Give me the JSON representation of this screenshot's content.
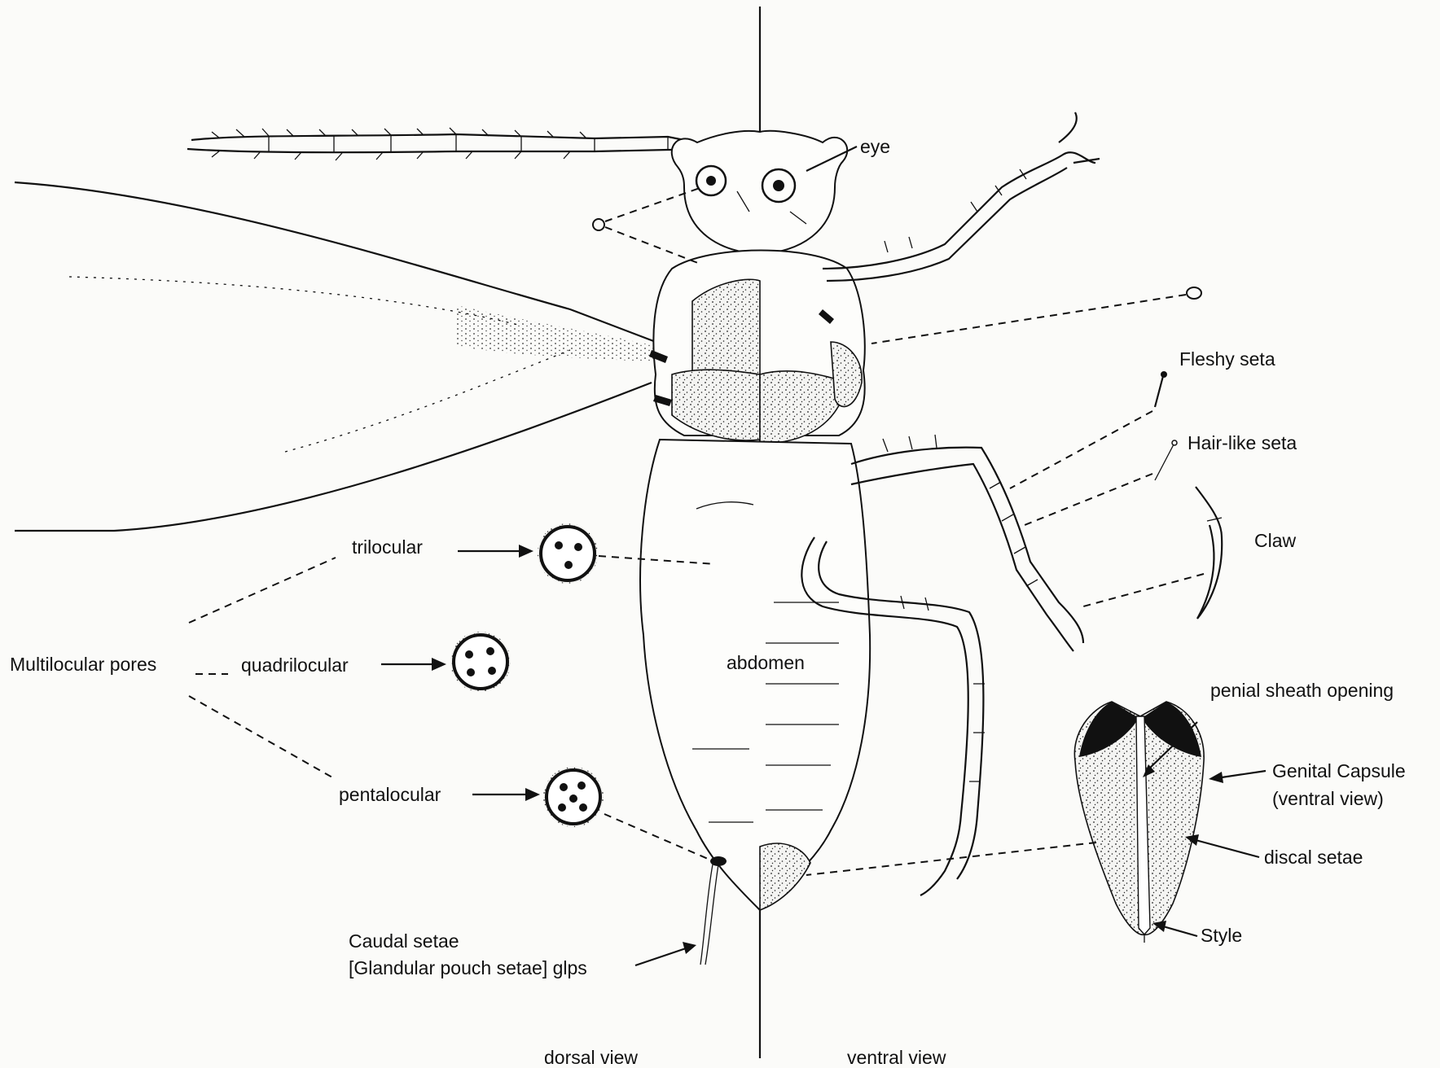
{
  "labels": {
    "eye": "eye",
    "fleshy_seta": "Fleshy seta",
    "hairlike_seta": "Hair-like seta",
    "claw": "Claw",
    "trilocular": "trilocular",
    "multilocular_pores": "Multilocular pores",
    "quadrilocular": "quadrilocular",
    "pentalocular": "pentalocular",
    "abdomen": "abdomen",
    "penial_sheath_opening": "penial sheath opening",
    "genital_capsule_line1": "Genital Capsule",
    "genital_capsule_line2": "(ventral view)",
    "discal_setae": "discal setae",
    "style": "Style",
    "caudal_setae_line1": "Caudal setae",
    "caudal_setae_line2": "[Glandular pouch setae] glps",
    "dorsal_view": "dorsal view",
    "ventral_view": "ventral view"
  },
  "colors": {
    "ink": "#111111",
    "paper": "#fbfbf9"
  }
}
